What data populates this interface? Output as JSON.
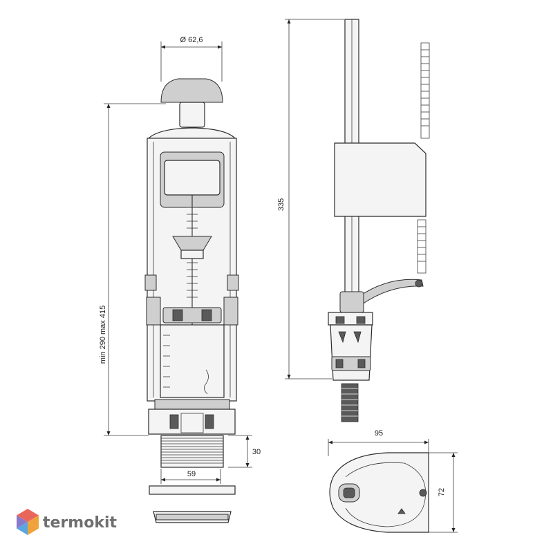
{
  "dimensions": {
    "diameter_top": "Ø 62,6",
    "height_range": "min 290 max 415",
    "thread_height": "30",
    "thread_width": "59",
    "valve_height": "335",
    "float_width": "95",
    "float_depth": "72"
  },
  "brand": {
    "name": "termokit",
    "logo_colors": [
      "#e8665a",
      "#f0a23a",
      "#8a79c9",
      "#5aa6e0"
    ]
  }
}
